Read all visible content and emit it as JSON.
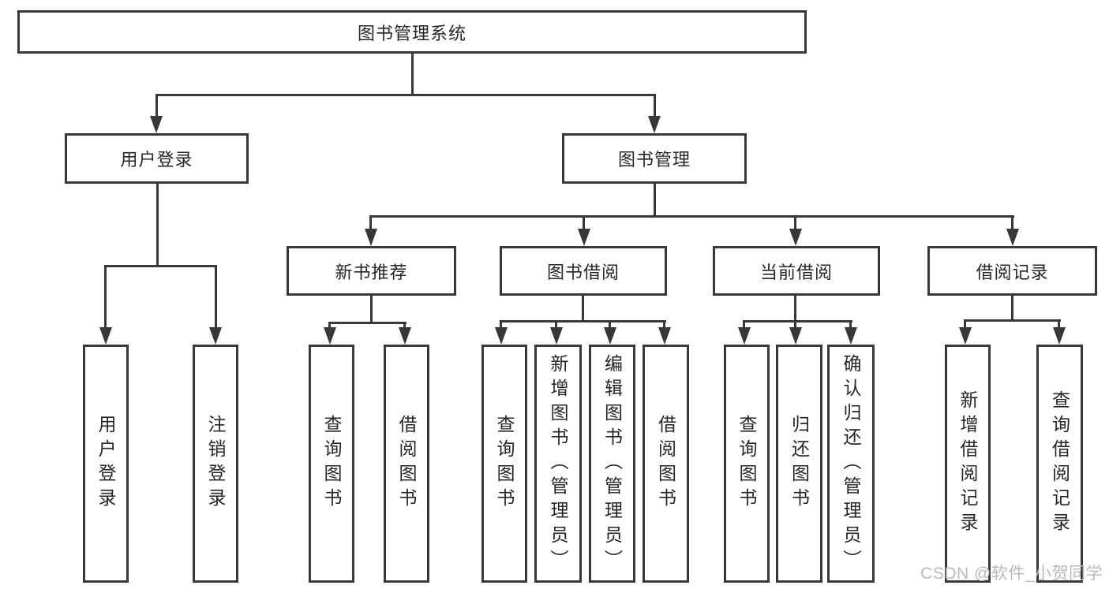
{
  "watermark": "CSDN @软件_小贺同学",
  "colors": {
    "line": "#383838",
    "box_border": "#383838",
    "text": "#262626",
    "watermark": "#b7babe",
    "background": "#ffffff"
  },
  "tree": {
    "label": "图书管理系统",
    "children": [
      {
        "label": "用户登录",
        "children": [
          {
            "label": "用户登录"
          },
          {
            "label": "注销登录"
          }
        ]
      },
      {
        "label": "图书管理",
        "children": [
          {
            "label": "新书推荐",
            "children": [
              {
                "label": "查询图书"
              },
              {
                "label": "借阅图书"
              }
            ]
          },
          {
            "label": "图书借阅",
            "children": [
              {
                "label": "查询图书"
              },
              {
                "label": "新增图书（管理员）"
              },
              {
                "label": "编辑图书（管理员）"
              },
              {
                "label": "借阅图书"
              }
            ]
          },
          {
            "label": "当前借阅",
            "children": [
              {
                "label": "查询图书"
              },
              {
                "label": "归还图书"
              },
              {
                "label": "确认归还（管理员）"
              }
            ]
          },
          {
            "label": "借阅记录",
            "children": [
              {
                "label": "新增借阅记录"
              },
              {
                "label": "查询借阅记录"
              }
            ]
          }
        ]
      }
    ]
  }
}
